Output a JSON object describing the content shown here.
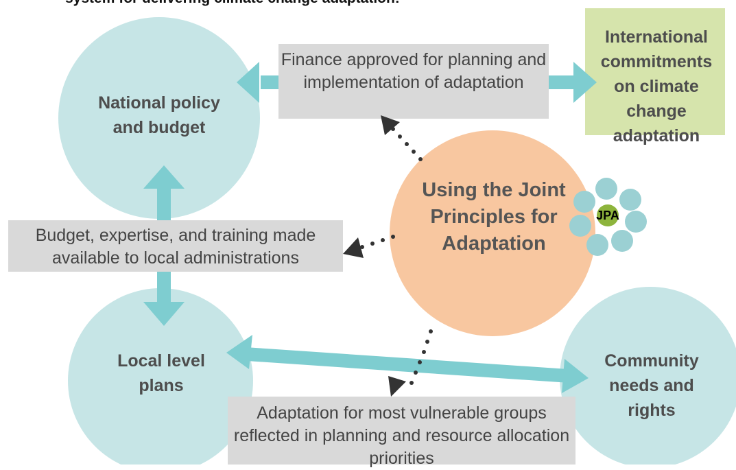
{
  "title": "system for delivering climate change adaptation:",
  "nodes": {
    "national": "National policy and budget",
    "local": "Local level plans",
    "community": "Community needs and rights",
    "international": "International commitments on climate change adaptation",
    "center": "Using the Joint Principles for Adaptation",
    "logo": "JPA"
  },
  "boxes": {
    "finance": "Finance approved for planning and implementation of adaptation",
    "budget": "Budget, expertise, and training made available to local administrations",
    "adaptation": "Adaptation for most vulnerable groups reflected in planning and resource allocation priorities"
  },
  "colors": {
    "circle": "#c6e5e6",
    "arrow": "#7ecdd0",
    "box": "#d9d9d9",
    "center": "#f8c7a0",
    "international_box": "#d6e4ac",
    "logo_dot": "#9bd0d3",
    "logo_center": "#8db43c",
    "dots": "#333333"
  }
}
